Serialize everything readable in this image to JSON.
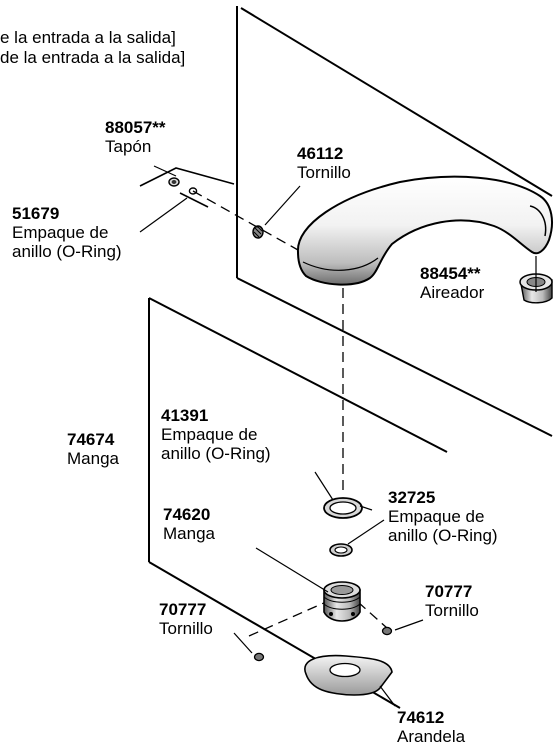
{
  "header": {
    "line1": "e la entrada a la salida]",
    "line2": "de la entrada a la salida]"
  },
  "parts": [
    {
      "id": "p88057",
      "number": "88057**",
      "desc": [
        "Tapón"
      ]
    },
    {
      "id": "p46112",
      "number": "46112",
      "desc": [
        "Tornillo"
      ]
    },
    {
      "id": "p51679",
      "number": "51679",
      "desc": [
        "Empaque de",
        "anillo (O-Ring)"
      ]
    },
    {
      "id": "p88454",
      "number": "88454**",
      "desc": [
        "Aireador"
      ]
    },
    {
      "id": "p74674",
      "number": "74674",
      "desc": [
        "Manga"
      ]
    },
    {
      "id": "p41391",
      "number": "41391",
      "desc": [
        "Empaque de",
        "anillo (O-Ring)"
      ]
    },
    {
      "id": "p74620",
      "number": "74620",
      "desc": [
        "Manga"
      ]
    },
    {
      "id": "p32725",
      "number": "32725",
      "desc": [
        "Empaque de",
        "anillo (O-Ring)"
      ]
    },
    {
      "id": "p70777a",
      "number": "70777",
      "desc": [
        "Tornillo"
      ]
    },
    {
      "id": "p70777b",
      "number": "70777",
      "desc": [
        "Tornillo"
      ]
    },
    {
      "id": "p74612",
      "number": "74612",
      "desc": [
        "Arandela"
      ]
    }
  ]
}
